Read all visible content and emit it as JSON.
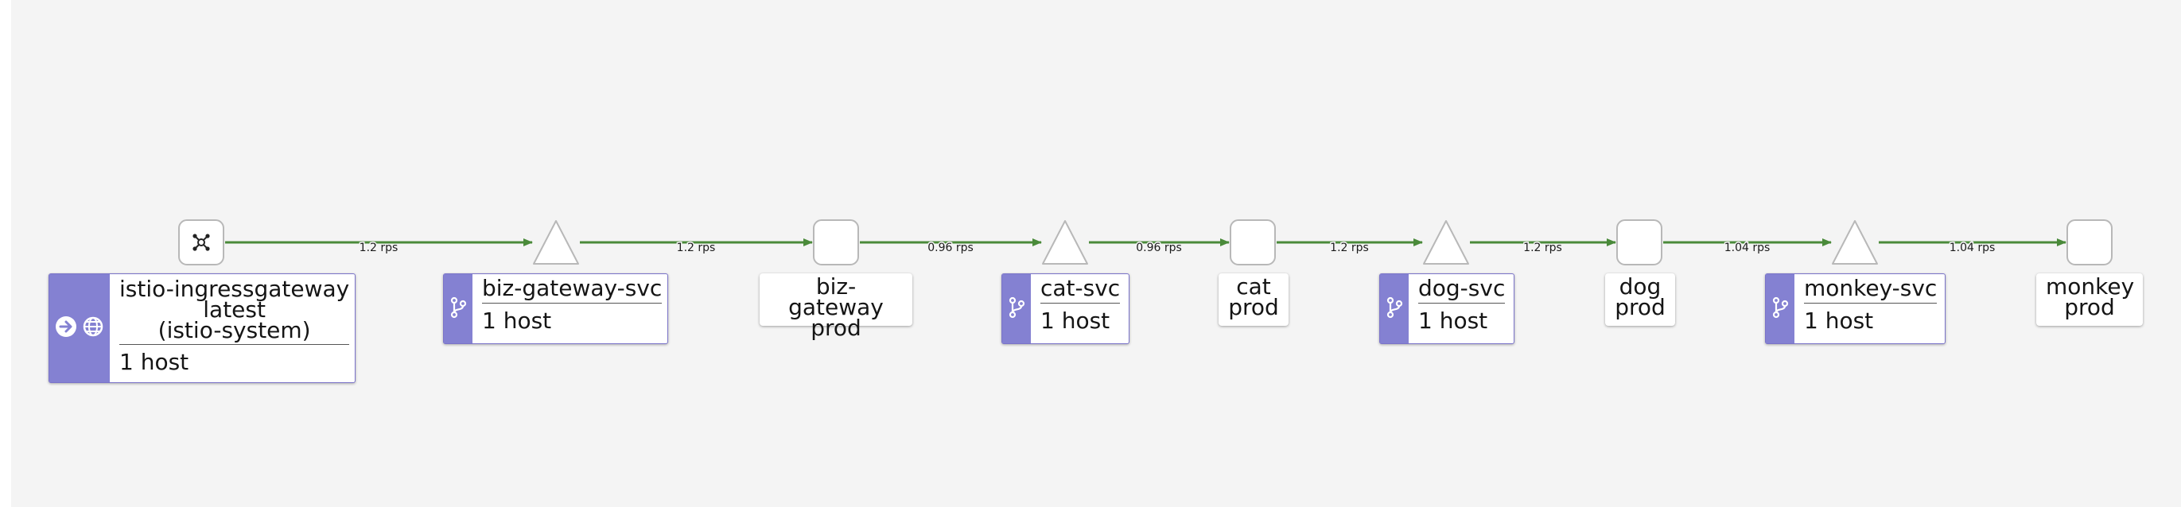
{
  "colors": {
    "edge": "#4a8a3a",
    "service_band": "#8481d2",
    "service_border": "#7a73c9",
    "node_fill": "#ffffff",
    "node_stroke": "#b8b8b8",
    "background": "#f4f4f4"
  },
  "gateway": {
    "name": "istio-ingressgateway",
    "version": "latest",
    "namespace": "(istio-system)",
    "hosts": "1 host",
    "icons": [
      "arrow-right-circle-icon",
      "globe-icon"
    ]
  },
  "services": [
    {
      "name": "biz-gateway-svc",
      "hosts": "1 host",
      "icon": "branch-icon"
    },
    {
      "name": "cat-svc",
      "hosts": "1 host",
      "icon": "branch-icon"
    },
    {
      "name": "dog-svc",
      "hosts": "1 host",
      "icon": "branch-icon"
    },
    {
      "name": "monkey-svc",
      "hosts": "1 host",
      "icon": "branch-icon"
    }
  ],
  "workloads": [
    {
      "line1": "biz-gateway",
      "line2": "prod"
    },
    {
      "line1": "cat",
      "line2": "prod"
    },
    {
      "line1": "dog",
      "line2": "prod"
    },
    {
      "line1": "monkey",
      "line2": "prod"
    }
  ],
  "edges": [
    {
      "label": "1.2 rps"
    },
    {
      "label": "1.2 rps"
    },
    {
      "label": "0.96 rps"
    },
    {
      "label": "0.96 rps"
    },
    {
      "label": "1.2 rps"
    },
    {
      "label": "1.2 rps"
    },
    {
      "label": "1.04 rps"
    },
    {
      "label": "1.04 rps"
    }
  ]
}
